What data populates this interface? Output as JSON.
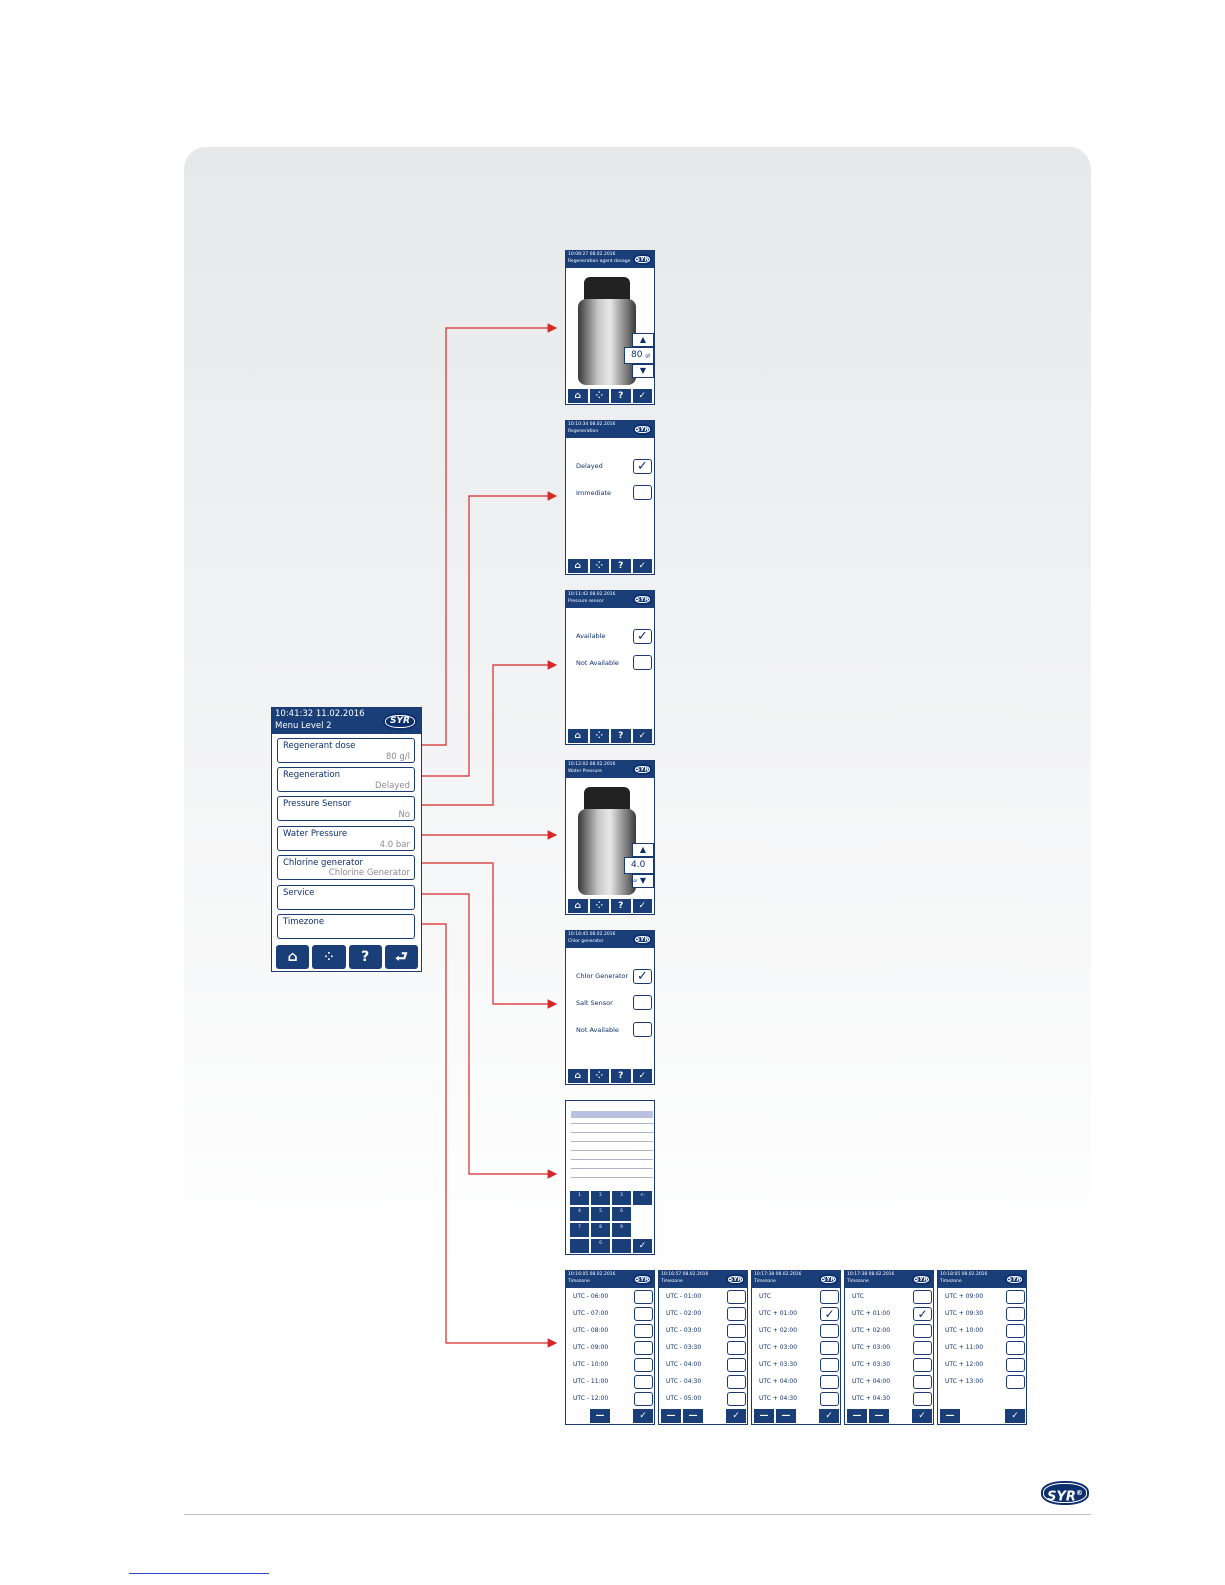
{
  "menu": {
    "time": "10:41:32 11.02.2016",
    "title": "Menu Level 2",
    "logo": "SYR",
    "items": [
      {
        "label": "Regenerant dose",
        "value": "80 g/l"
      },
      {
        "label": "Regeneration",
        "value": "Delayed"
      },
      {
        "label": "Pressure Sensor",
        "value": "No"
      },
      {
        "label": "Water Pressure",
        "value": "4.0 bar"
      },
      {
        "label": "Chlorine generator",
        "value": "Chlorine Generator"
      },
      {
        "label": "Service",
        "value": ""
      },
      {
        "label": "Timezone",
        "value": ""
      }
    ],
    "footer_icons": [
      "home-icon",
      "grid-icon",
      "help-icon",
      "back-icon"
    ],
    "footer_help": "?",
    "footer_back": "⮐"
  },
  "screens": {
    "dose": {
      "time": "10:08:27 08.02.2016",
      "title": "Regeneration agent dosage",
      "value": "80",
      "unit": "g/l"
    },
    "regeneration": {
      "time": "10:10:34 08.02.2016",
      "title": "Regeneration",
      "options": [
        "Delayed",
        "Immediate"
      ],
      "checked": 0
    },
    "pressure_sensor": {
      "time": "10:11:42 08.02.2016",
      "title": "Pressure sensor",
      "options": [
        "Available",
        "Not Available"
      ],
      "checked": 0
    },
    "water_pressure": {
      "time": "10:12:02 08.02.2016",
      "title": "Water Pressure",
      "value": "4.0",
      "unit": "bar"
    },
    "chlor": {
      "time": "10:16:45 08.02.2016",
      "title": "Chlor generator",
      "options": [
        "Chlor Generator",
        "Salt Sensor",
        "Not Available"
      ],
      "checked": 0
    },
    "timezone_pages": [
      {
        "time": "10:16:05 08.02.2016",
        "title": "Timezone",
        "rows": [
          "UTC - 06:00",
          "UTC - 07:00",
          "UTC - 08:00",
          "UTC - 09:00",
          "UTC - 10:00",
          "UTC - 11:00",
          "UTC - 12:00"
        ],
        "checked": -1
      },
      {
        "time": "10:16:57 08.02.2016",
        "title": "Timezone",
        "rows": [
          "UTC - 01:00",
          "UTC - 02:00",
          "UTC - 03:00",
          "UTC - 03:30",
          "UTC - 04:00",
          "UTC - 04:30",
          "UTC - 05:00"
        ],
        "checked": -1
      },
      {
        "time": "10:17:38 08.02.2016",
        "title": "Timezone",
        "rows": [
          "UTC",
          "UTC + 01:00",
          "UTC + 02:00",
          "UTC + 03:00",
          "UTC + 03:30",
          "UTC + 04:00",
          "UTC + 04:30"
        ],
        "checked": 1
      },
      {
        "time": "10:17:38 08.02.2016",
        "title": "Timezone",
        "rows": [
          "UTC",
          "UTC + 01:00",
          "UTC + 02:00",
          "UTC + 03:00",
          "UTC + 03:30",
          "UTC + 04:00",
          "UTC + 04:30"
        ],
        "checked": 1
      },
      {
        "time": "10:18:05 08.02.2016",
        "title": "Timezone",
        "rows": [
          "UTC + 09:00",
          "UTC + 09:30",
          "UTC + 10:00",
          "UTC + 11:00",
          "UTC + 12:00",
          "UTC + 13:00"
        ],
        "checked": -1
      }
    ],
    "keypad": {
      "keys": [
        "1",
        "2",
        "3",
        "<-",
        "4",
        "5",
        "6",
        "7",
        "8",
        "9",
        "0"
      ]
    }
  },
  "brand": {
    "logo": "SYR",
    "accent": "#1a3e78",
    "arrow": "#d62828"
  }
}
